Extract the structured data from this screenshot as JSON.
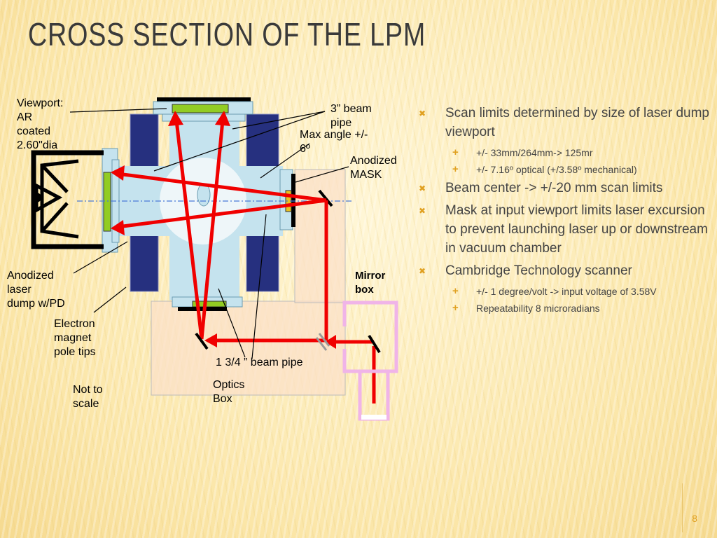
{
  "title": "Cross section of the LPM",
  "labels": {
    "viewport": [
      "Viewport:",
      "AR",
      "coated",
      "2.60\"dia"
    ],
    "beam_pipe_3": [
      "3” beam",
      "pipe"
    ],
    "max_angle": [
      "Max angle +/-",
      "6º"
    ],
    "anodized_mask": [
      "Anodized",
      "MASK"
    ],
    "anodized_dump": [
      "Anodized",
      "laser",
      "dump w/PD"
    ],
    "mirror_box": [
      "Mirror",
      "box"
    ],
    "electron_magnet": [
      "Electron",
      "magnet",
      "pole tips"
    ],
    "beam_pipe_134": "1 3/4 ” beam pipe",
    "not_to_scale": [
      "Not to",
      "scale"
    ],
    "optics_box": [
      "Optics",
      "Box"
    ]
  },
  "bullets": [
    {
      "text": "Scan limits determined by size of laser dump viewport",
      "level": 1
    },
    {
      "text": "+/-  33mm/264mm-> 125mr",
      "level": 2
    },
    {
      "text": "+/- 7.16º optical  (+/3.58º mechanical)",
      "level": 2
    },
    {
      "text": "Beam center -> +/-20 mm scan limits",
      "level": 1
    },
    {
      "text": "Mask at input viewport limits laser excursion to prevent launching laser up or downstream in vacuum chamber",
      "level": 1
    },
    {
      "text": "Cambridge Technology scanner",
      "level": 1
    },
    {
      "text": "+/-  1 degree/volt -> input voltage of 3.58V",
      "level": 2
    },
    {
      "text": "Repeatability  8 microradians",
      "level": 2
    }
  ],
  "page_number": "8",
  "colors": {
    "laser": "#f00000",
    "magnet": "#26307f",
    "pipe": "#c5e3ee",
    "viewport_window": "#92cc22",
    "box_fill": "#fbe0c8",
    "mirror_box_outline": "#f0b4e8",
    "accent": "#e0a020"
  }
}
